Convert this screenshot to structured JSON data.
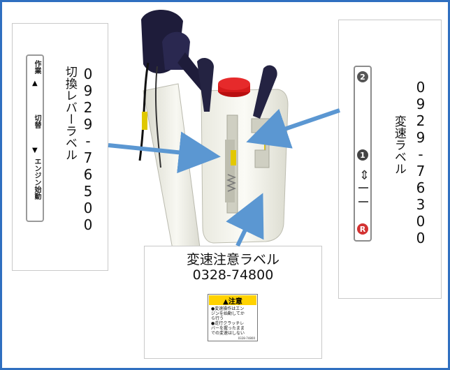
{
  "left_callout": {
    "part_number": "0929-76500",
    "name": "切換レバーラベル",
    "strip": {
      "top_text": "作業",
      "mid_text": "切替",
      "bottom_text": "エンジン始動",
      "up_arrow": "▲",
      "down_arrow": "▼"
    }
  },
  "right_callout": {
    "part_number": "0929-76300",
    "name": "変速ラベル",
    "strip": {
      "gear_top": "2",
      "gear_mid": "1",
      "gear_bottom": "R",
      "mid_symbol": "⇕"
    }
  },
  "bottom_callout": {
    "name": "変速注意ラベル",
    "part_number": "0328-74800",
    "warning": {
      "head": "▲注意",
      "body_lines": [
        "●変速操作はエン",
        "ジンを始動してか",
        "ら行う",
        "●走行クラッチレ",
        "バーを握ったまま",
        "での変速はしない"
      ],
      "code": "0328-74800"
    }
  },
  "colors": {
    "frame": "#2f6fc0",
    "arrow": "#5b97d2",
    "label_yellow": "#ffd200",
    "reverse_red": "#d33232"
  }
}
